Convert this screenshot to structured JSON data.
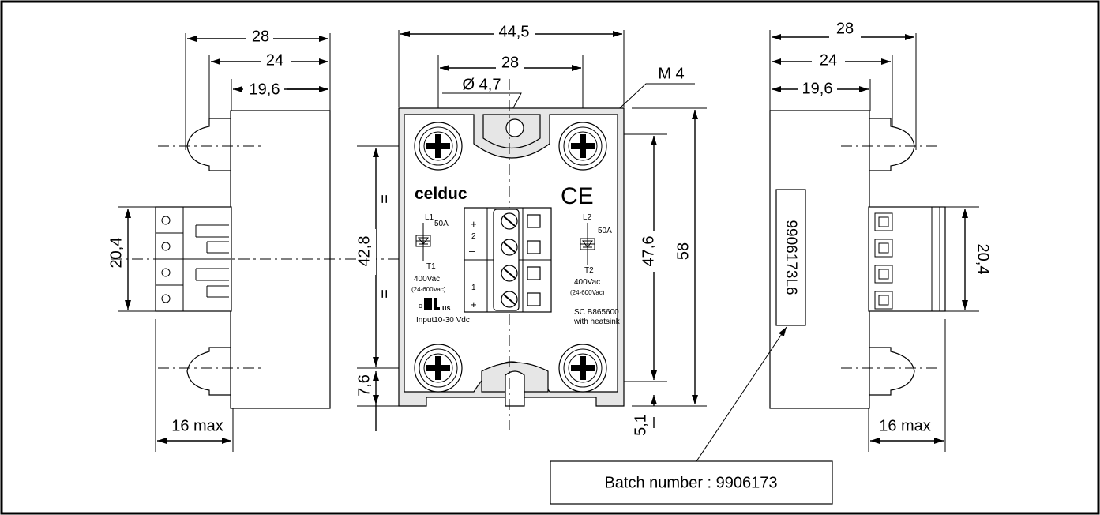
{
  "left_view": {
    "dim_total_depth": "28",
    "dim_mid_depth": "24",
    "dim_body_depth": "19,6",
    "dim_terminal_height": "20,4",
    "dim_max_width": "16 max"
  },
  "front_view": {
    "dim_width": "44,5",
    "dim_hole_spacing": "28",
    "dim_hole_diameter": "Ø 4,7",
    "dim_screw": "M 4",
    "dim_mount_spacing": "42,8",
    "dim_bottom_offset": "7,6",
    "dim_terminal_span": "47,6",
    "dim_height": "58",
    "dim_bottom_margin": "5,1",
    "equal_mark": "=",
    "brand": "celduc",
    "ce_mark": "CE",
    "left_circuit": {
      "terminal_top": "L1",
      "current": "50A",
      "terminal_bottom": "T1",
      "voltage": "400Vac",
      "voltage_range": "(24-600Vac)"
    },
    "right_circuit": {
      "terminal_top": "L2",
      "current": "50A",
      "terminal_bottom": "T2",
      "voltage": "400Vac",
      "voltage_range": "(24-600Vac)"
    },
    "control_plus_top": "+",
    "control_2": "2",
    "control_minus": "–",
    "control_1": "1",
    "control_plus_bottom": "+",
    "ul_mark_c": "c",
    "ul_mark_us": "us",
    "input_label": "Input10-30 Vdc",
    "model": "SC B865600",
    "model_note": "with heatsink"
  },
  "right_view": {
    "dim_total_depth": "28",
    "dim_mid_depth": "24",
    "dim_body_depth": "19,6",
    "dim_terminal_height": "20,4",
    "dim_max_width": "16 max",
    "batch_label_text": "9906173L6"
  },
  "callout": {
    "batch_number": "Batch number : 9906173"
  }
}
